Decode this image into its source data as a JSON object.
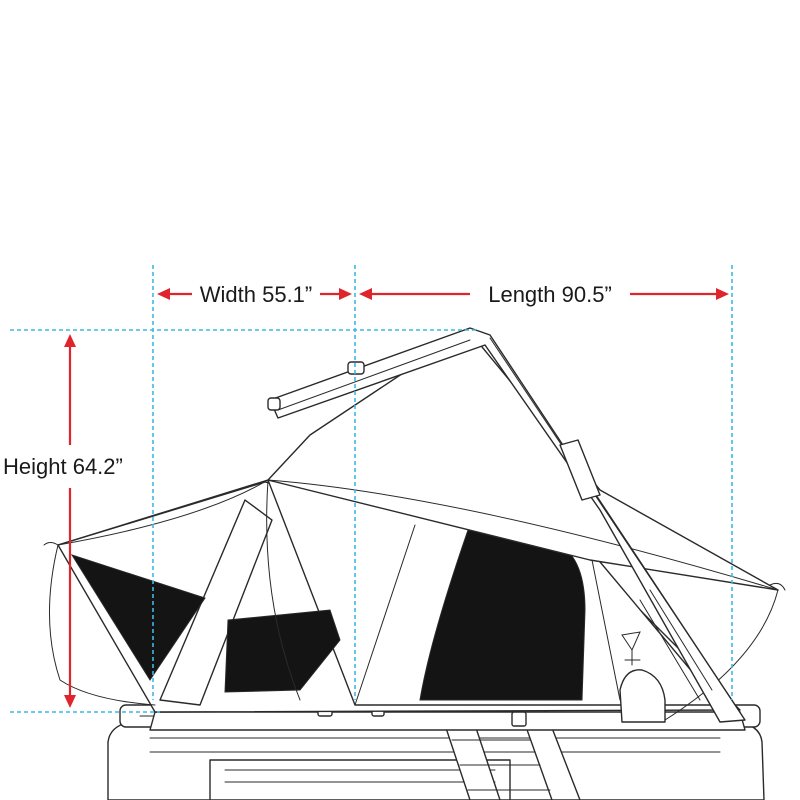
{
  "dimensions": {
    "width_label": "Width 55.1”",
    "length_label": "Length 90.5”",
    "height_label": "Height 64.2”"
  },
  "colors": {
    "guide_line": "#3fb8e6",
    "arrow": "#e0242b",
    "line_art": "#2a2a2a",
    "mesh_window": "#141414"
  }
}
